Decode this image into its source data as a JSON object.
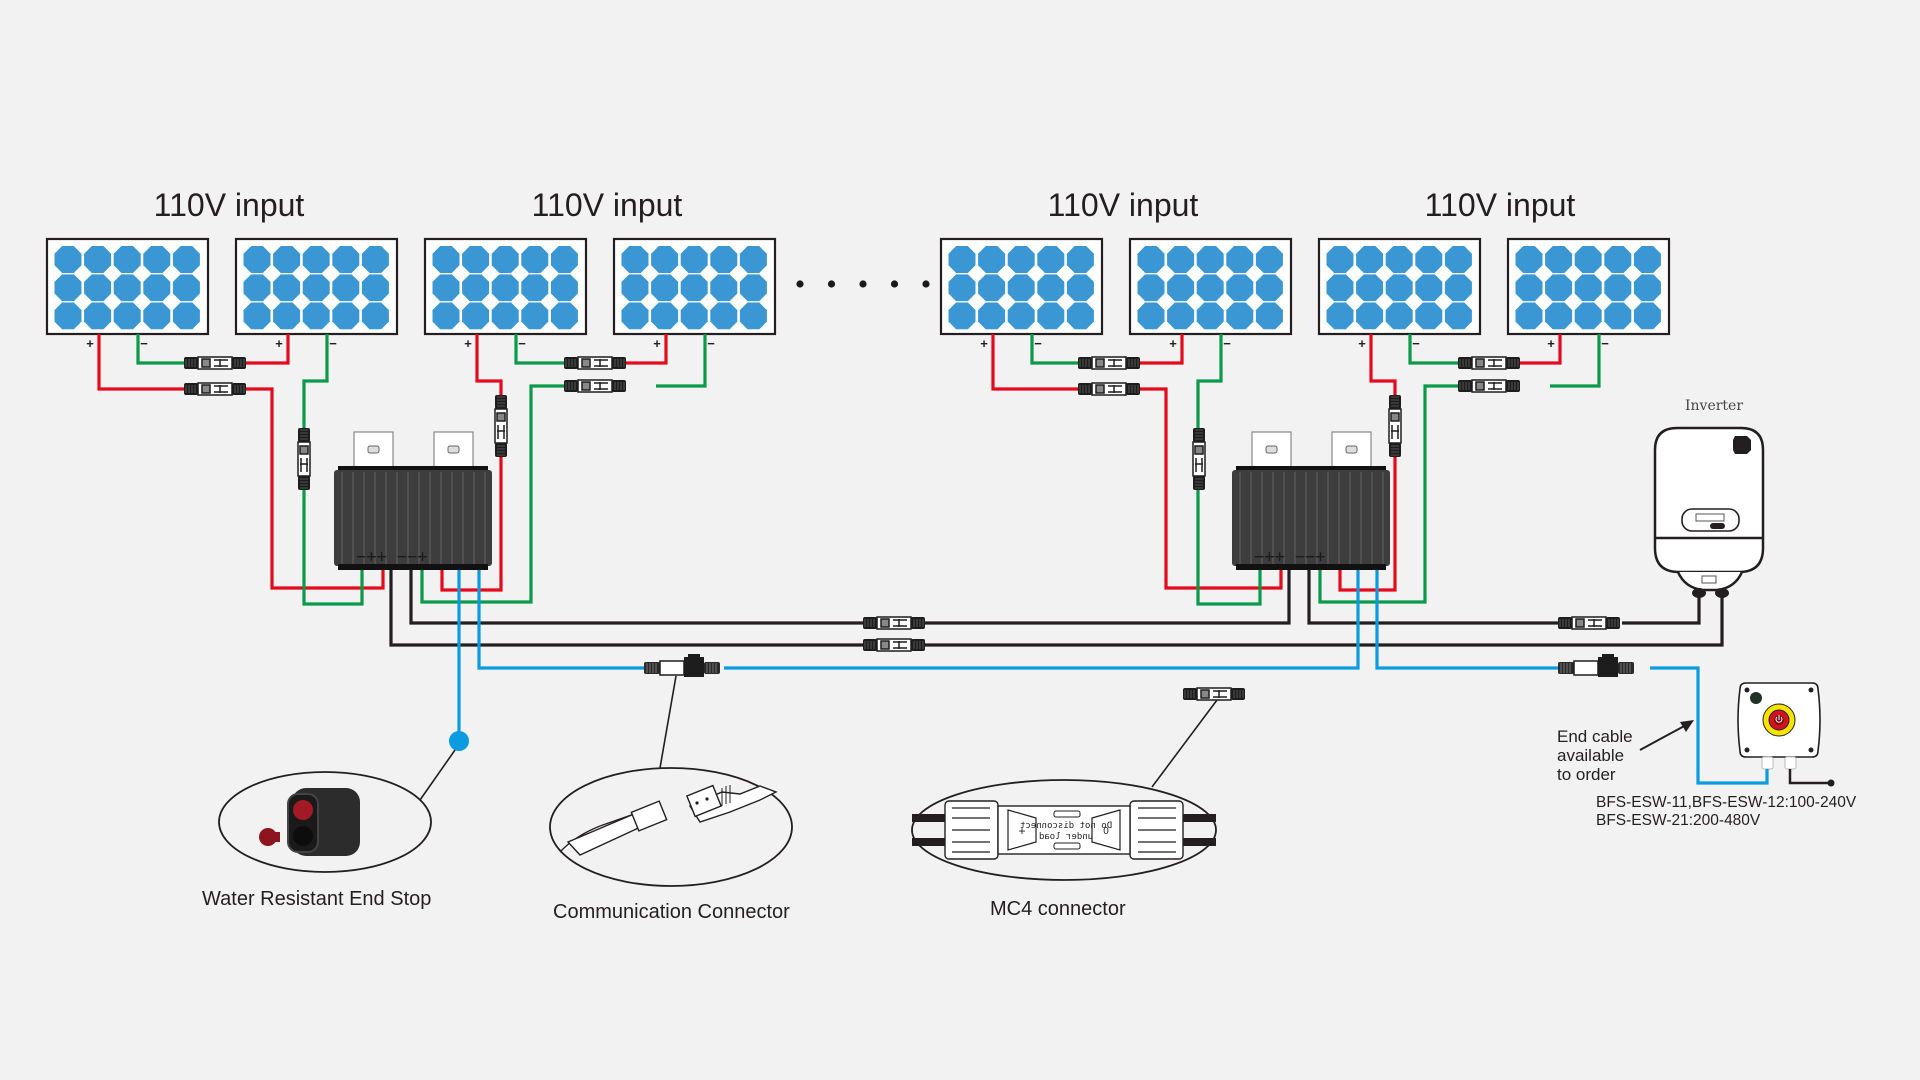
{
  "title": "Optimizer rapid-shutdown wiring diagram",
  "groups": [
    {
      "label": "110V input",
      "panels": [
        "solar-panel",
        "solar-panel"
      ]
    },
    {
      "label": "110V input",
      "panels": [
        "solar-panel",
        "solar-panel"
      ]
    },
    {
      "label": "110V input",
      "panels": [
        "solar-panel",
        "solar-panel"
      ]
    },
    {
      "label": "110V input",
      "panels": [
        "solar-panel",
        "solar-panel"
      ]
    }
  ],
  "panel_terminals": {
    "positive": "+",
    "negative": "−"
  },
  "ellipsis_dots": 5,
  "optimizer": {
    "terminal_labels": "−++ −−+",
    "count": 2
  },
  "inverter": {
    "label": "Inverter"
  },
  "wire_colors": {
    "positive": "#e30b1c",
    "negative": "#0b9a4a",
    "dc_bus": "#231f20",
    "communication": "#0a9be0"
  },
  "callouts": {
    "end_stop": "Water Resistant End Stop",
    "communication_connector": "Communication Connector",
    "mc4_connector": "MC4 connector",
    "mc4_mirrored_text": [
      "Do not disconnect",
      "under load"
    ]
  },
  "end_switch": {
    "note_lines": [
      "End cable",
      "available",
      "to order"
    ],
    "spec_lines": [
      "BFS-ESW-11,BFS-ESW-12:100-240V",
      "BFS-ESW-21:200-480V"
    ],
    "button_colors": {
      "ring": "#f5e400",
      "button": "#d2131c"
    }
  }
}
